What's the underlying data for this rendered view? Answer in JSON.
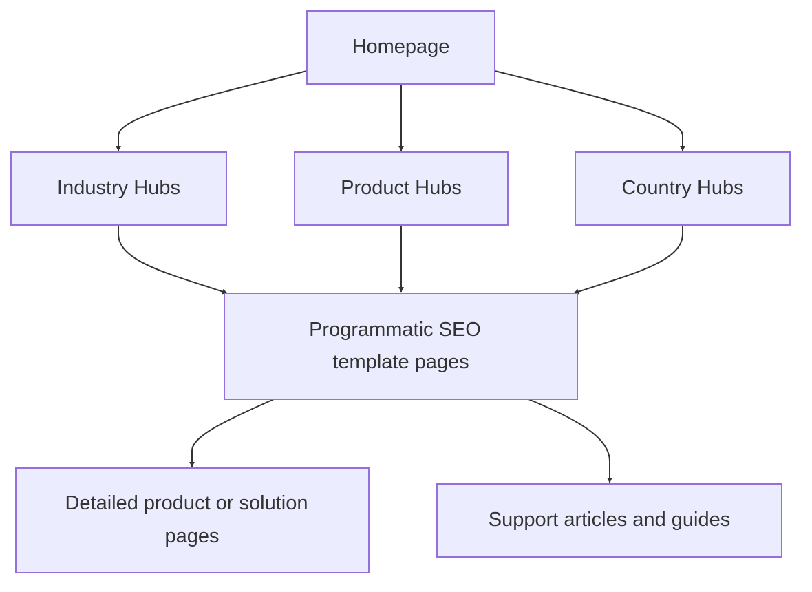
{
  "diagram": {
    "colors": {
      "node_fill": "#ECECFF",
      "node_stroke": "#9370DB",
      "edge": "#333333",
      "text": "#333333"
    },
    "nodes": {
      "homepage": {
        "lines": [
          "Homepage"
        ]
      },
      "industry_hubs": {
        "lines": [
          "Industry Hubs"
        ]
      },
      "product_hubs": {
        "lines": [
          "Product Hubs"
        ]
      },
      "country_hubs": {
        "lines": [
          "Country Hubs"
        ]
      },
      "template_pages": {
        "lines": [
          "Programmatic SEO",
          "template pages"
        ]
      },
      "detailed_pages": {
        "lines": [
          "Detailed product or solution",
          "pages"
        ]
      },
      "support_articles": {
        "lines": [
          "Support articles and guides"
        ]
      }
    },
    "edges": [
      {
        "from": "homepage",
        "to": "industry_hubs"
      },
      {
        "from": "homepage",
        "to": "product_hubs"
      },
      {
        "from": "homepage",
        "to": "country_hubs"
      },
      {
        "from": "industry_hubs",
        "to": "template_pages"
      },
      {
        "from": "product_hubs",
        "to": "template_pages"
      },
      {
        "from": "country_hubs",
        "to": "template_pages"
      },
      {
        "from": "template_pages",
        "to": "detailed_pages"
      },
      {
        "from": "template_pages",
        "to": "support_articles"
      }
    ]
  }
}
